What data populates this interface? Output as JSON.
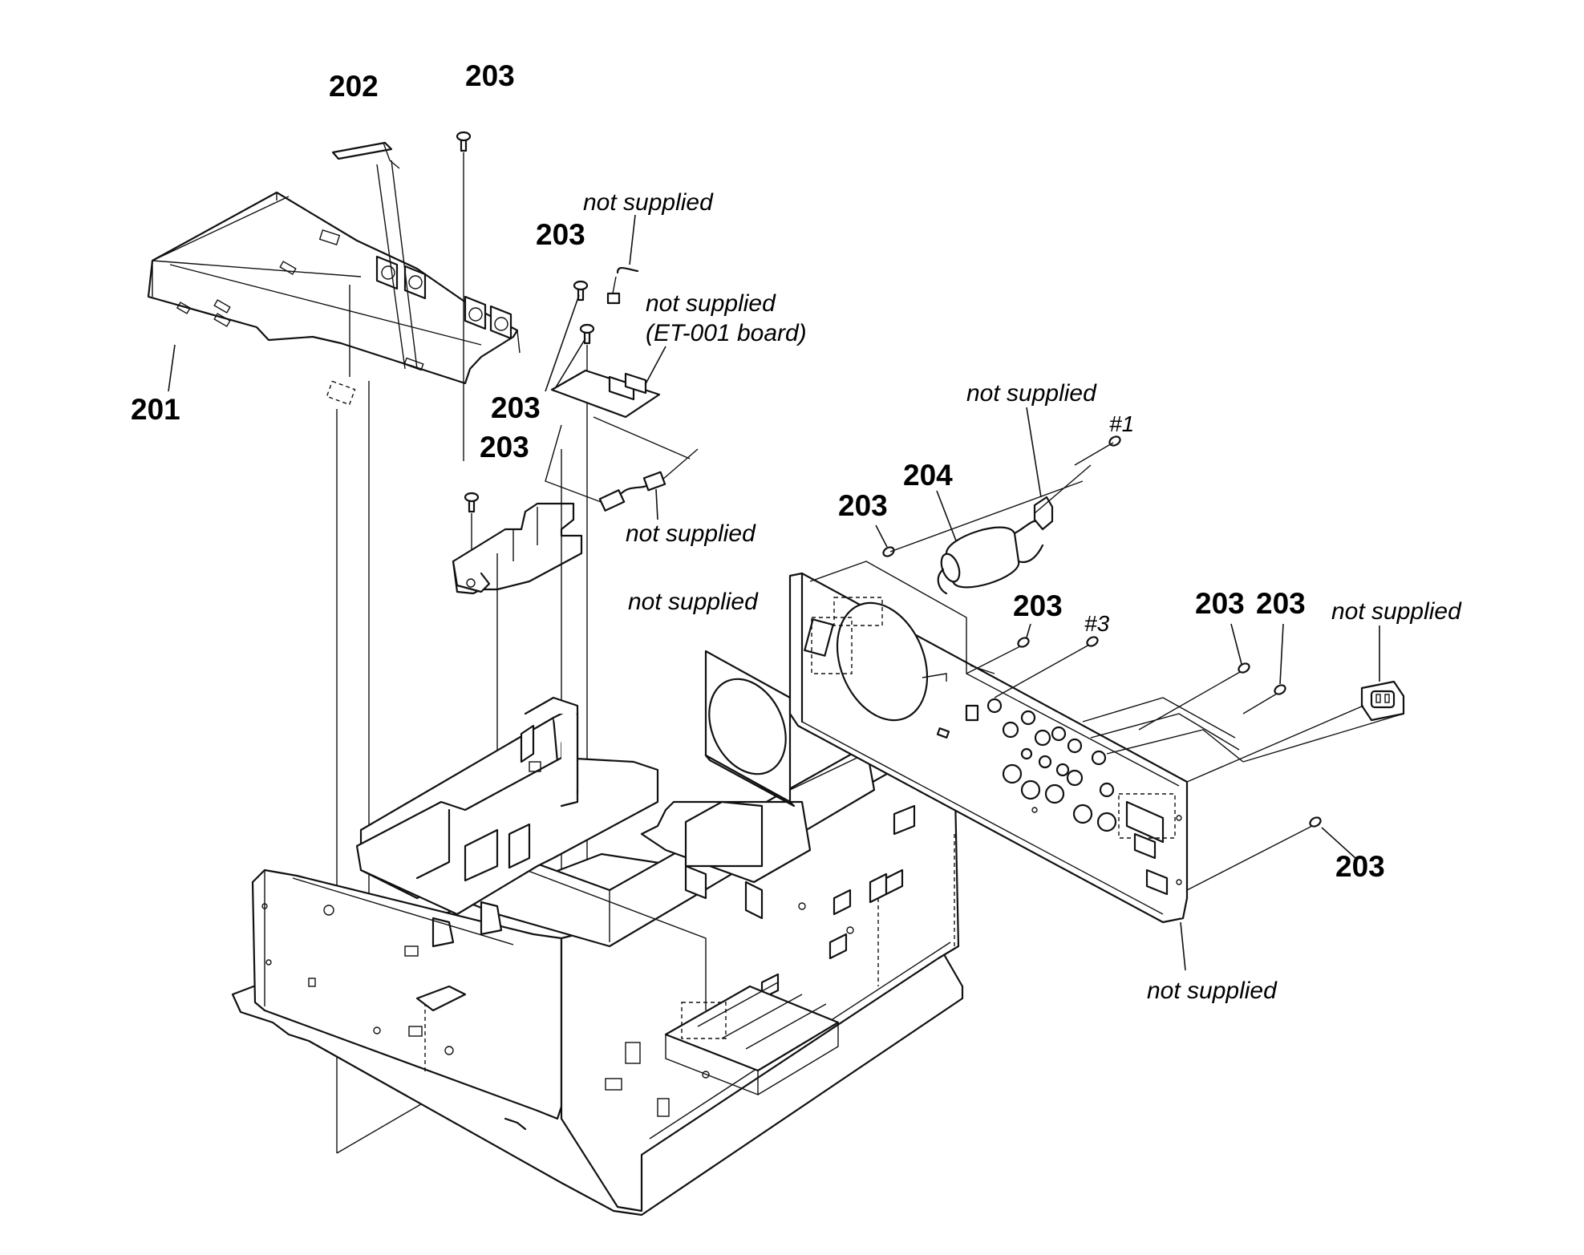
{
  "labels": {
    "l201": "201",
    "l202": "202",
    "l203_top": "203",
    "l203_a": "203",
    "l203_b": "203",
    "l203_c": "203",
    "l203_d": "203",
    "l203_e": "203",
    "l203_f": "203",
    "l203_g": "203",
    "l203_h": "203",
    "l204": "204",
    "m1": "#1",
    "m3": "#3"
  },
  "notes": {
    "n_top": "not supplied",
    "n_board_1": "not supplied",
    "n_board_2": "(ET-001 board)",
    "n_cable": "not supplied",
    "n_fan": "not supplied",
    "n_filter": "not supplied",
    "n_ac": "not supplied",
    "n_panel": "not supplied"
  }
}
